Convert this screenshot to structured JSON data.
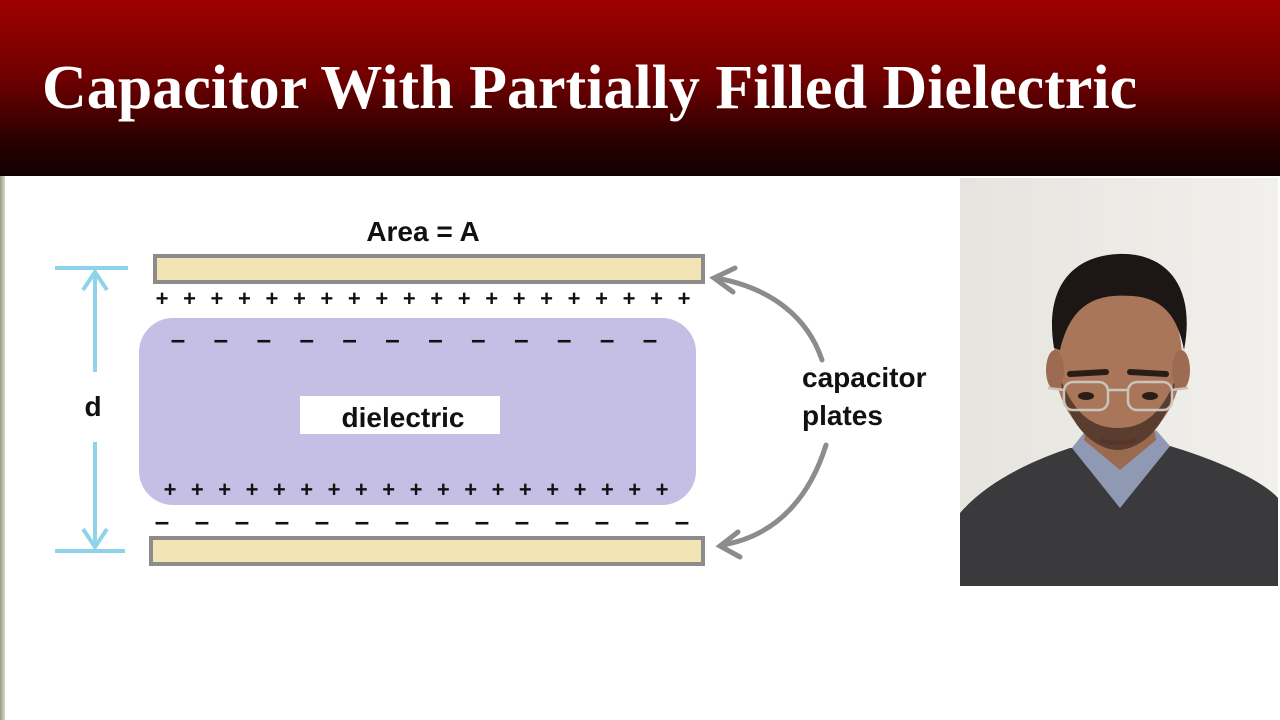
{
  "slide": {
    "title": "Capacitor With Partially Filled Dielectric"
  },
  "diagram": {
    "area_label": "Area = A",
    "separation_label": "d",
    "dielectric_label": "dielectric",
    "plates_label_line1": "capacitor",
    "plates_label_line2": "plates",
    "top_plate_charge_count": 20,
    "dielectric_top_charge_count": 12,
    "dielectric_bottom_charge_count": 19,
    "bottom_plate_charge_count": 14
  },
  "colors": {
    "banner_red": "#a00000",
    "plate_fill": "#f2e4b5",
    "plate_border": "#8c8c8c",
    "dielectric_fill": "#c5bfe6",
    "dimension_line": "#8fd3ea",
    "arrow_gray": "#8c8c8c"
  }
}
